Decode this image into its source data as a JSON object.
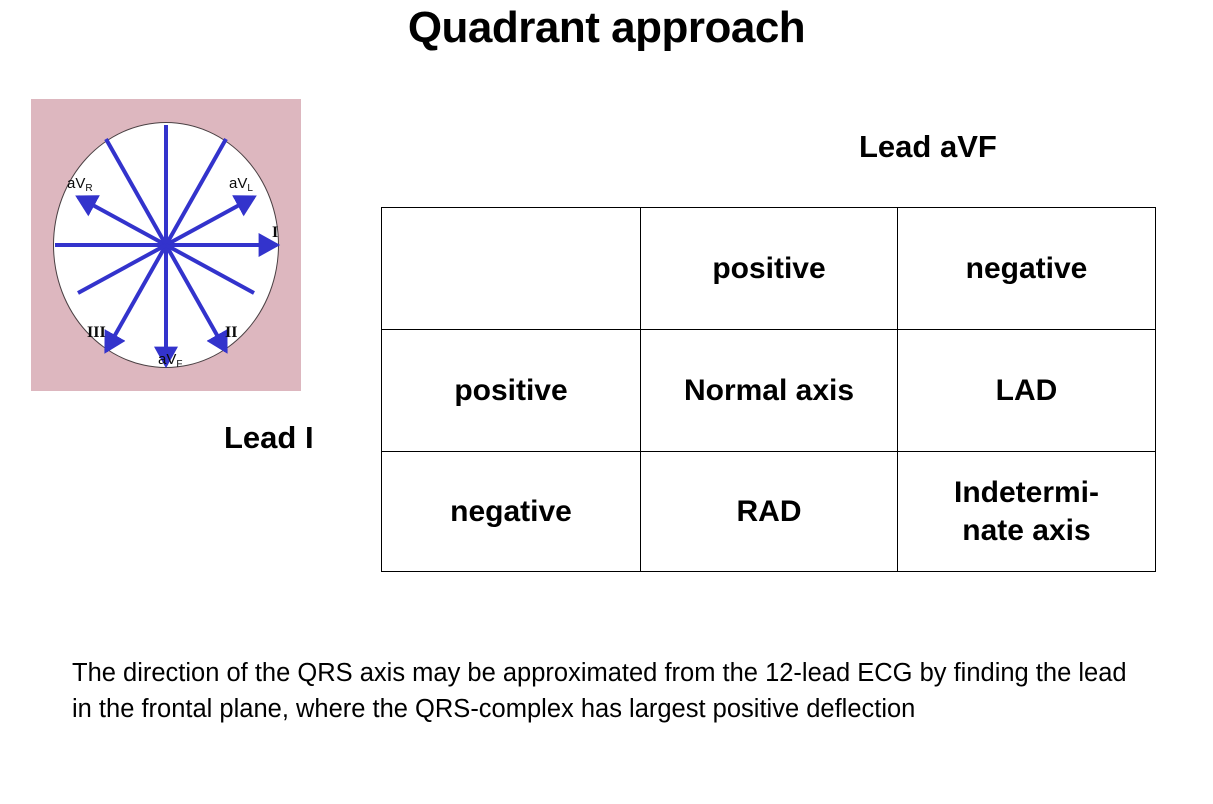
{
  "slide": {
    "title": "Quadrant approach",
    "background_color": "#ffffff"
  },
  "figure": {
    "name": "hexaxial-reference-system",
    "background_color": "#ddb7bf",
    "circle_fill": "#ffffff",
    "circle_stroke": "#4a4043",
    "vector_color": "#3333cc",
    "labels": {
      "avr_main": "aV",
      "avr_sub": "R",
      "avl_main": "aV",
      "avl_sub": "L",
      "avf_main": "aV",
      "avf_sub": "F",
      "lead_I": "I",
      "lead_II": "II",
      "lead_III": "III"
    }
  },
  "headers": {
    "lead_avf": "Lead aVF",
    "lead_i": "Lead I"
  },
  "table": {
    "corner_label": "",
    "column_headers": [
      "positive",
      "negative"
    ],
    "rows": [
      {
        "row_header": "positive",
        "cells": [
          "Normal axis",
          "LAD"
        ]
      },
      {
        "row_header": "negative",
        "cells": [
          "RAD",
          "Indetermi-\nnate axis"
        ]
      }
    ]
  },
  "body": {
    "paragraph": "The direction of the QRS axis may be approximated from the 12-lead ECG by finding the lead in the frontal plane, where the QRS-complex has largest positive deflection"
  }
}
